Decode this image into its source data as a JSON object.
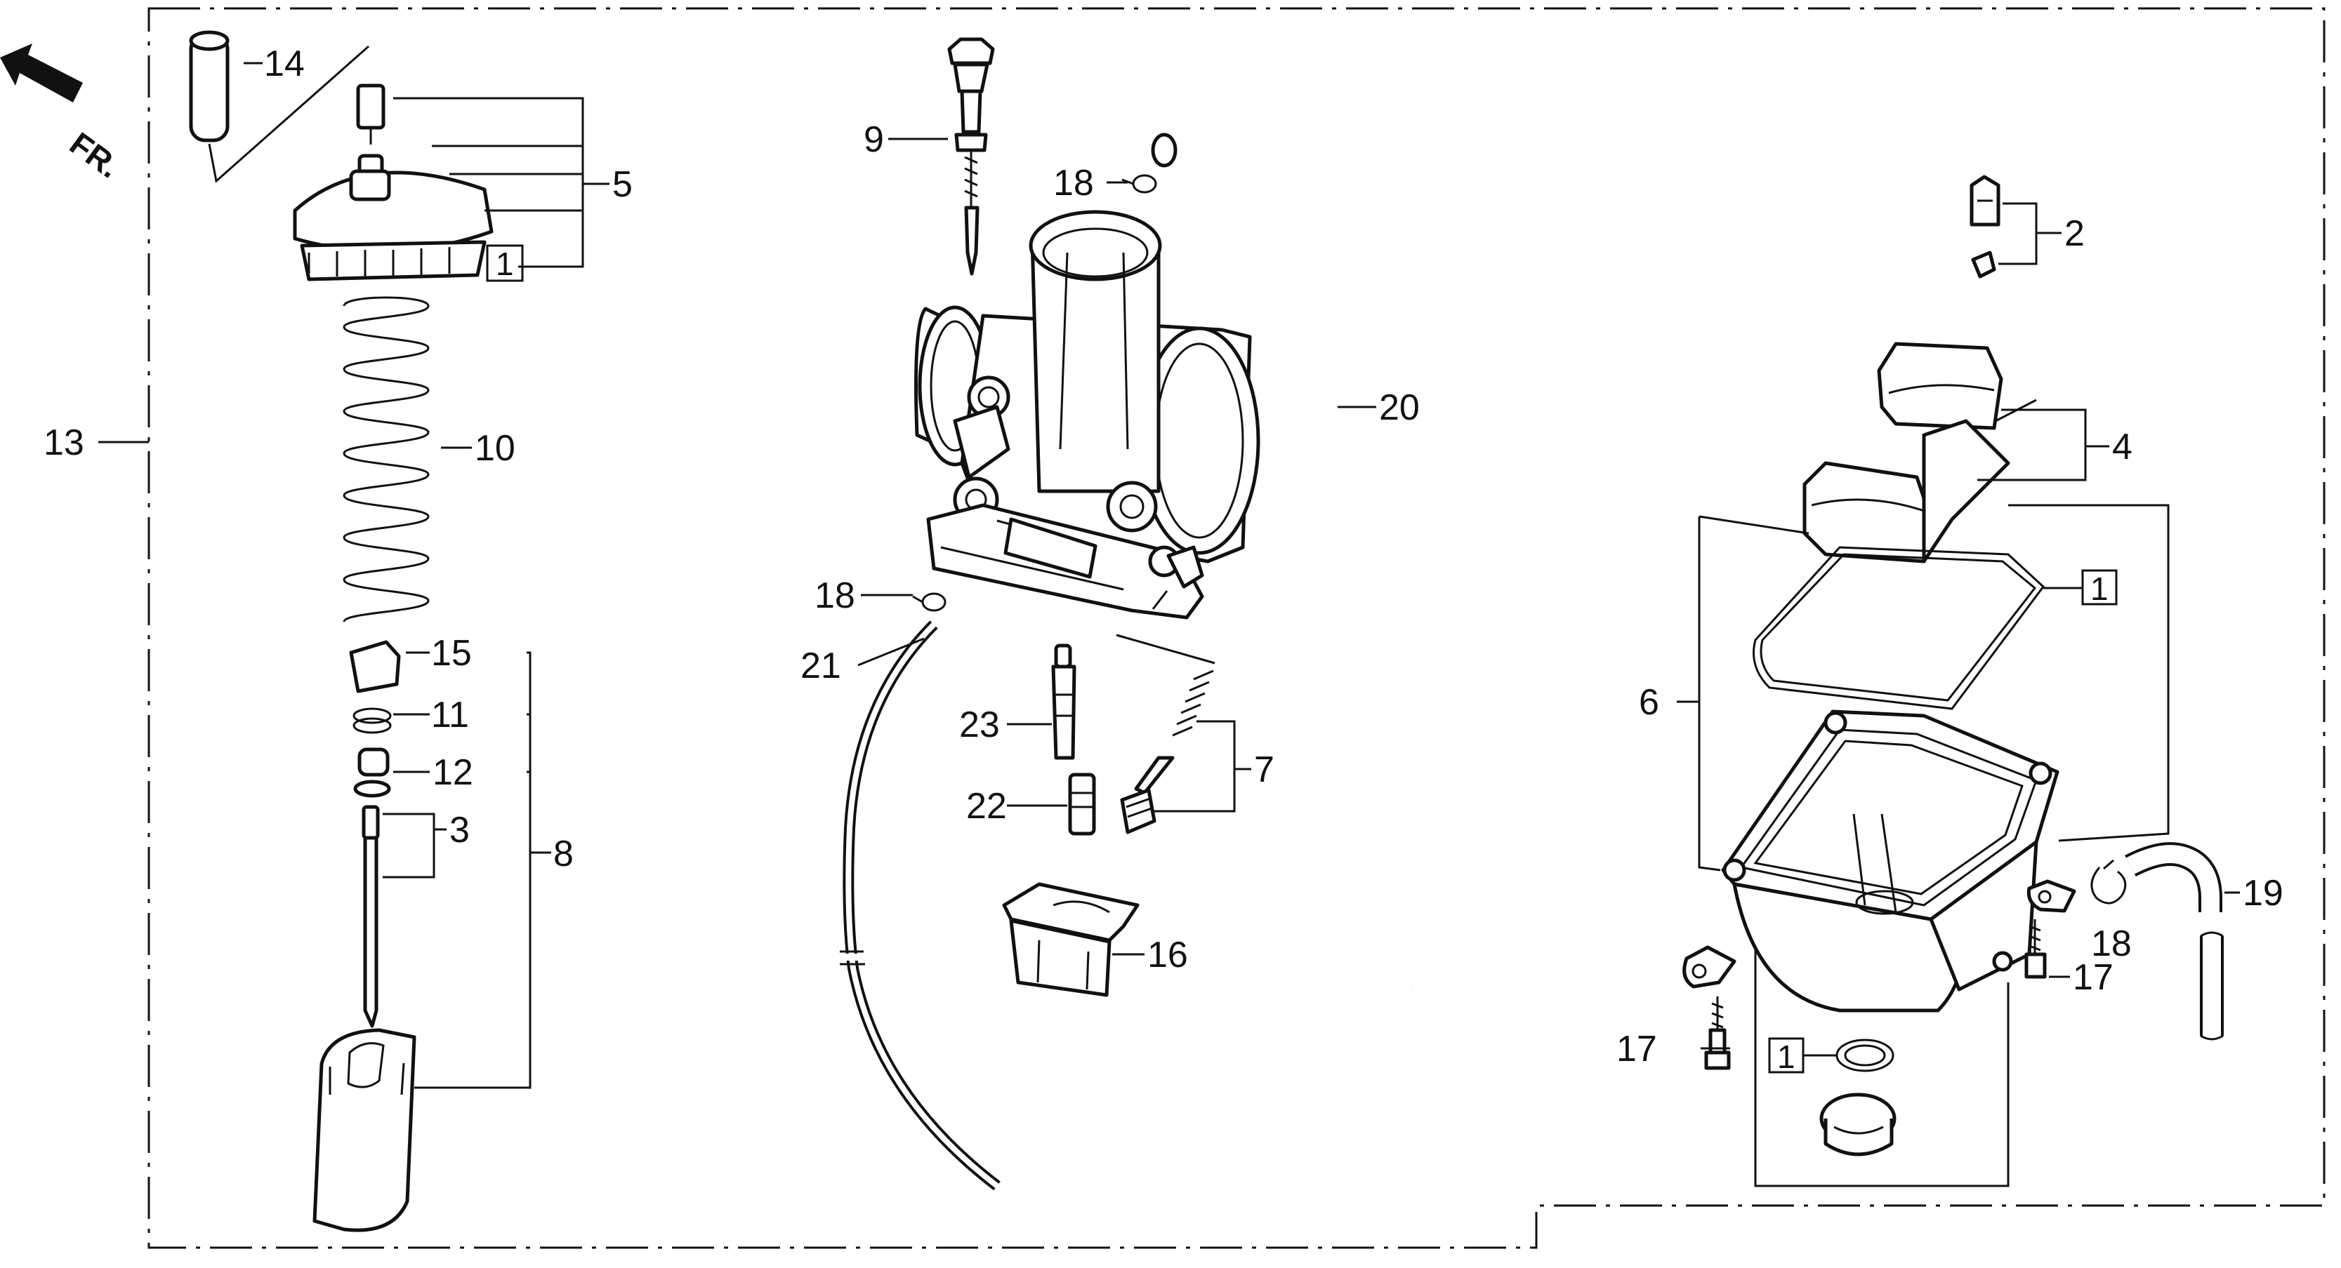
{
  "diagram": {
    "front_indicator": "FR.",
    "labels": {
      "p1": "1",
      "p2": "2",
      "p3": "3",
      "p4": "4",
      "p5": "5",
      "p6": "6",
      "p7": "7",
      "p8": "8",
      "p9": "9",
      "p10": "10",
      "p11": "11",
      "p12": "12",
      "p13": "13",
      "p14": "14",
      "p15": "15",
      "p16": "16",
      "p17": "17",
      "p18": "18",
      "p19": "19",
      "p20": "20",
      "p21": "21",
      "p22": "22",
      "p23": "23"
    }
  }
}
